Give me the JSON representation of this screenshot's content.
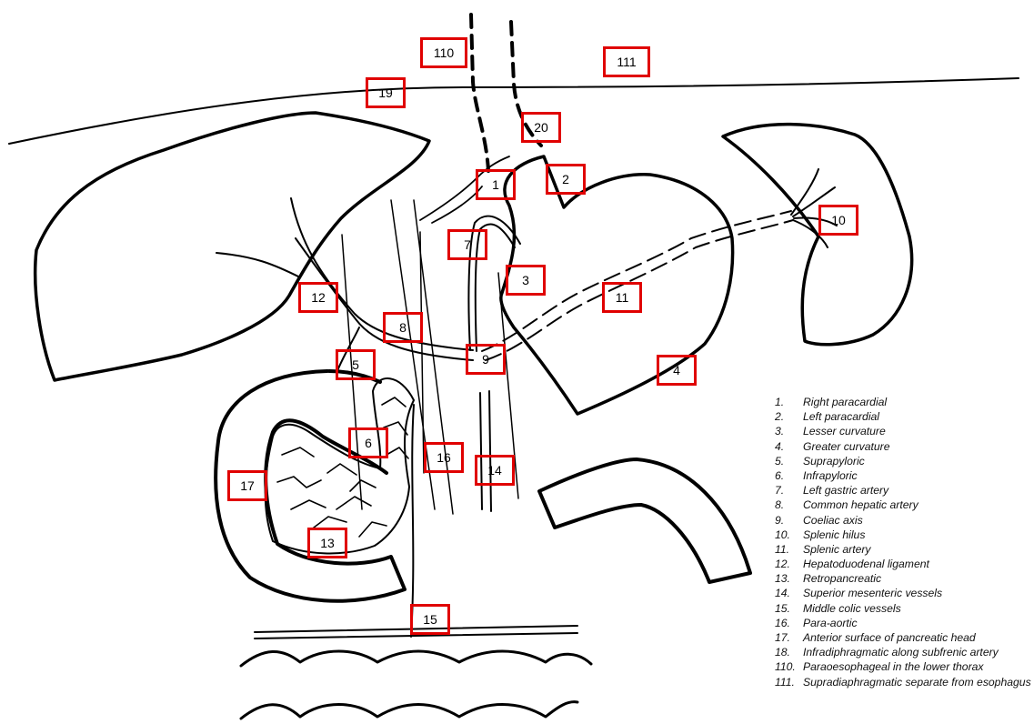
{
  "colors": {
    "stroke": "#000000",
    "box": "#e00000",
    "background": "#ffffff"
  },
  "stations": [
    {
      "id": "s1",
      "label": "1"
    },
    {
      "id": "s2",
      "label": "2"
    },
    {
      "id": "s3",
      "label": "3"
    },
    {
      "id": "s4",
      "label": "4"
    },
    {
      "id": "s5",
      "label": "5"
    },
    {
      "id": "s6",
      "label": "6"
    },
    {
      "id": "s7",
      "label": "7"
    },
    {
      "id": "s8",
      "label": "8"
    },
    {
      "id": "s9",
      "label": "9"
    },
    {
      "id": "s10",
      "label": "10"
    },
    {
      "id": "s11",
      "label": "11"
    },
    {
      "id": "s12",
      "label": "12"
    },
    {
      "id": "s13",
      "label": "13"
    },
    {
      "id": "s14",
      "label": "14"
    },
    {
      "id": "s15",
      "label": "15"
    },
    {
      "id": "s16",
      "label": "16"
    },
    {
      "id": "s17",
      "label": "17"
    },
    {
      "id": "s19",
      "label": "19"
    },
    {
      "id": "s20",
      "label": "20"
    },
    {
      "id": "s110",
      "label": "110"
    },
    {
      "id": "s111",
      "label": "111"
    }
  ],
  "legend": [
    {
      "num": "1.",
      "text": "Right paracardial"
    },
    {
      "num": "2.",
      "text": "Left paracardial"
    },
    {
      "num": "3.",
      "text": "Lesser curvature"
    },
    {
      "num": "4.",
      "text": "Greater curvature"
    },
    {
      "num": "5.",
      "text": "Suprapyloric"
    },
    {
      "num": "6.",
      "text": "Infrapyloric"
    },
    {
      "num": "7.",
      "text": "Left gastric artery"
    },
    {
      "num": "8.",
      "text": "Common hepatic artery"
    },
    {
      "num": "9.",
      "text": "Coeliac axis"
    },
    {
      "num": "10.",
      "text": "Splenic hilus"
    },
    {
      "num": "11.",
      "text": "Splenic artery"
    },
    {
      "num": "12.",
      "text": "Hepatoduodenal  ligament"
    },
    {
      "num": "13.",
      "text": "Retropancreatic"
    },
    {
      "num": "14.",
      "text": "Superior mesenteric vessels"
    },
    {
      "num": "15.",
      "text": "Middle colic vessels"
    },
    {
      "num": "16.",
      "text": "Para-aortic"
    },
    {
      "num": "17.",
      "text": "Anterior surface of pancreatic head"
    },
    {
      "num": "18.",
      "text": "Infradiphragmatic along subfrenic artery"
    },
    {
      "num": "110.",
      "text": "Paraoesophageal  in the lower thorax"
    },
    {
      "num": "111.",
      "text": "Supradiaphragmatic  separate from esophagus"
    }
  ]
}
